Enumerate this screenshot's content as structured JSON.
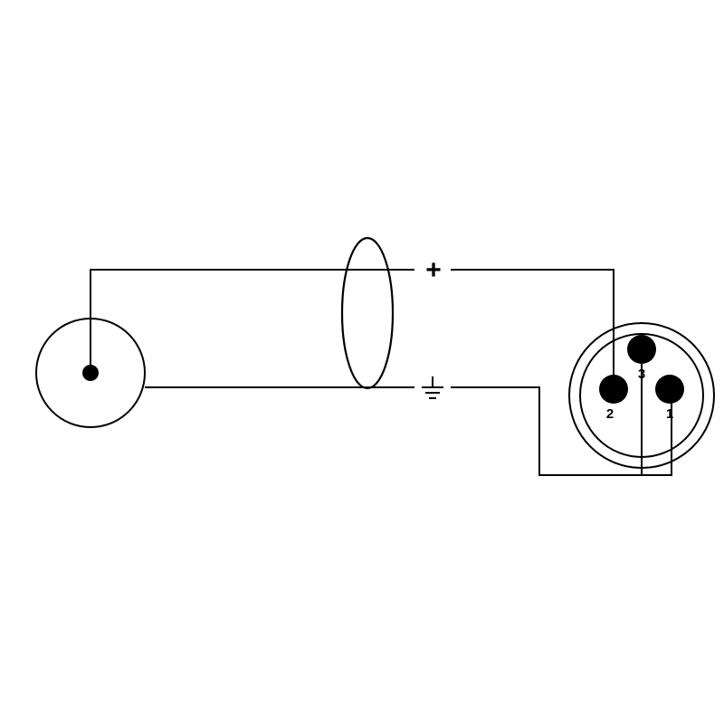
{
  "diagram": {
    "signal_symbol": "+",
    "ground_symbol": "ground-symbol",
    "xlr_pins": [
      {
        "label": "1"
      },
      {
        "label": "2"
      },
      {
        "label": "3"
      }
    ]
  },
  "colors": {
    "line": "#000000",
    "background": "#ffffff"
  }
}
